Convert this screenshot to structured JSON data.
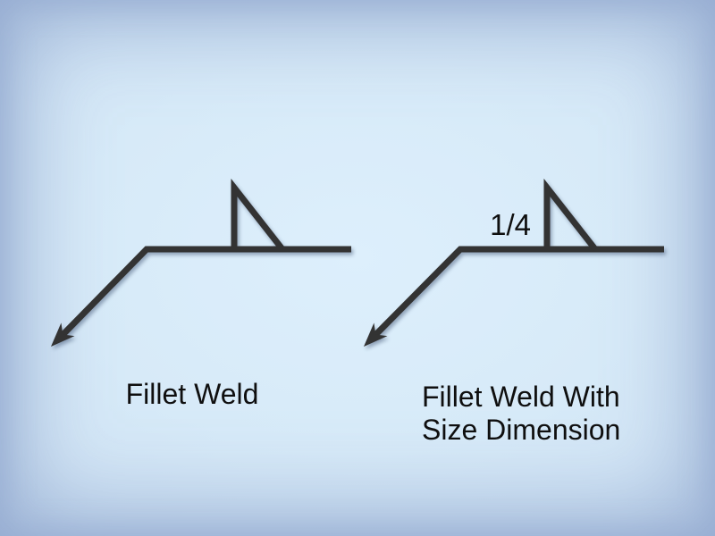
{
  "diagram": {
    "left_symbol": {
      "caption": "Fillet Weld"
    },
    "right_symbol": {
      "caption_line1": "Fillet Weld With",
      "caption_line2": "Size Dimension",
      "size_dimension": "1/4"
    },
    "colors": {
      "line": "#333333",
      "text": "#0f0f0f",
      "background_center": "#ddeffc",
      "background_edge": "#8fa6cd"
    }
  }
}
